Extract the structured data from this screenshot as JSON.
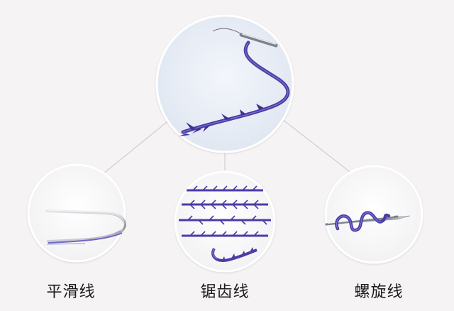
{
  "labels": {
    "smooth": "平滑线",
    "barbed": "锯齿线",
    "spiral": "螺旋线"
  },
  "colors": {
    "background": "#f6f3f4",
    "thread_purple": "#4b3ca6",
    "thread_purple_light": "#7d6fd0",
    "needle_silver": "#9aa1ad",
    "circle_fill": "#ffffff",
    "top_circle_fill": "#e6ecf5",
    "connector_line": "#c9c6cb",
    "text": "#1a1a1a"
  },
  "icons": [
    "barbed-thread-icon",
    "smooth-thread-icon",
    "barbed-thread-rows-icon",
    "spiral-thread-icon"
  ]
}
